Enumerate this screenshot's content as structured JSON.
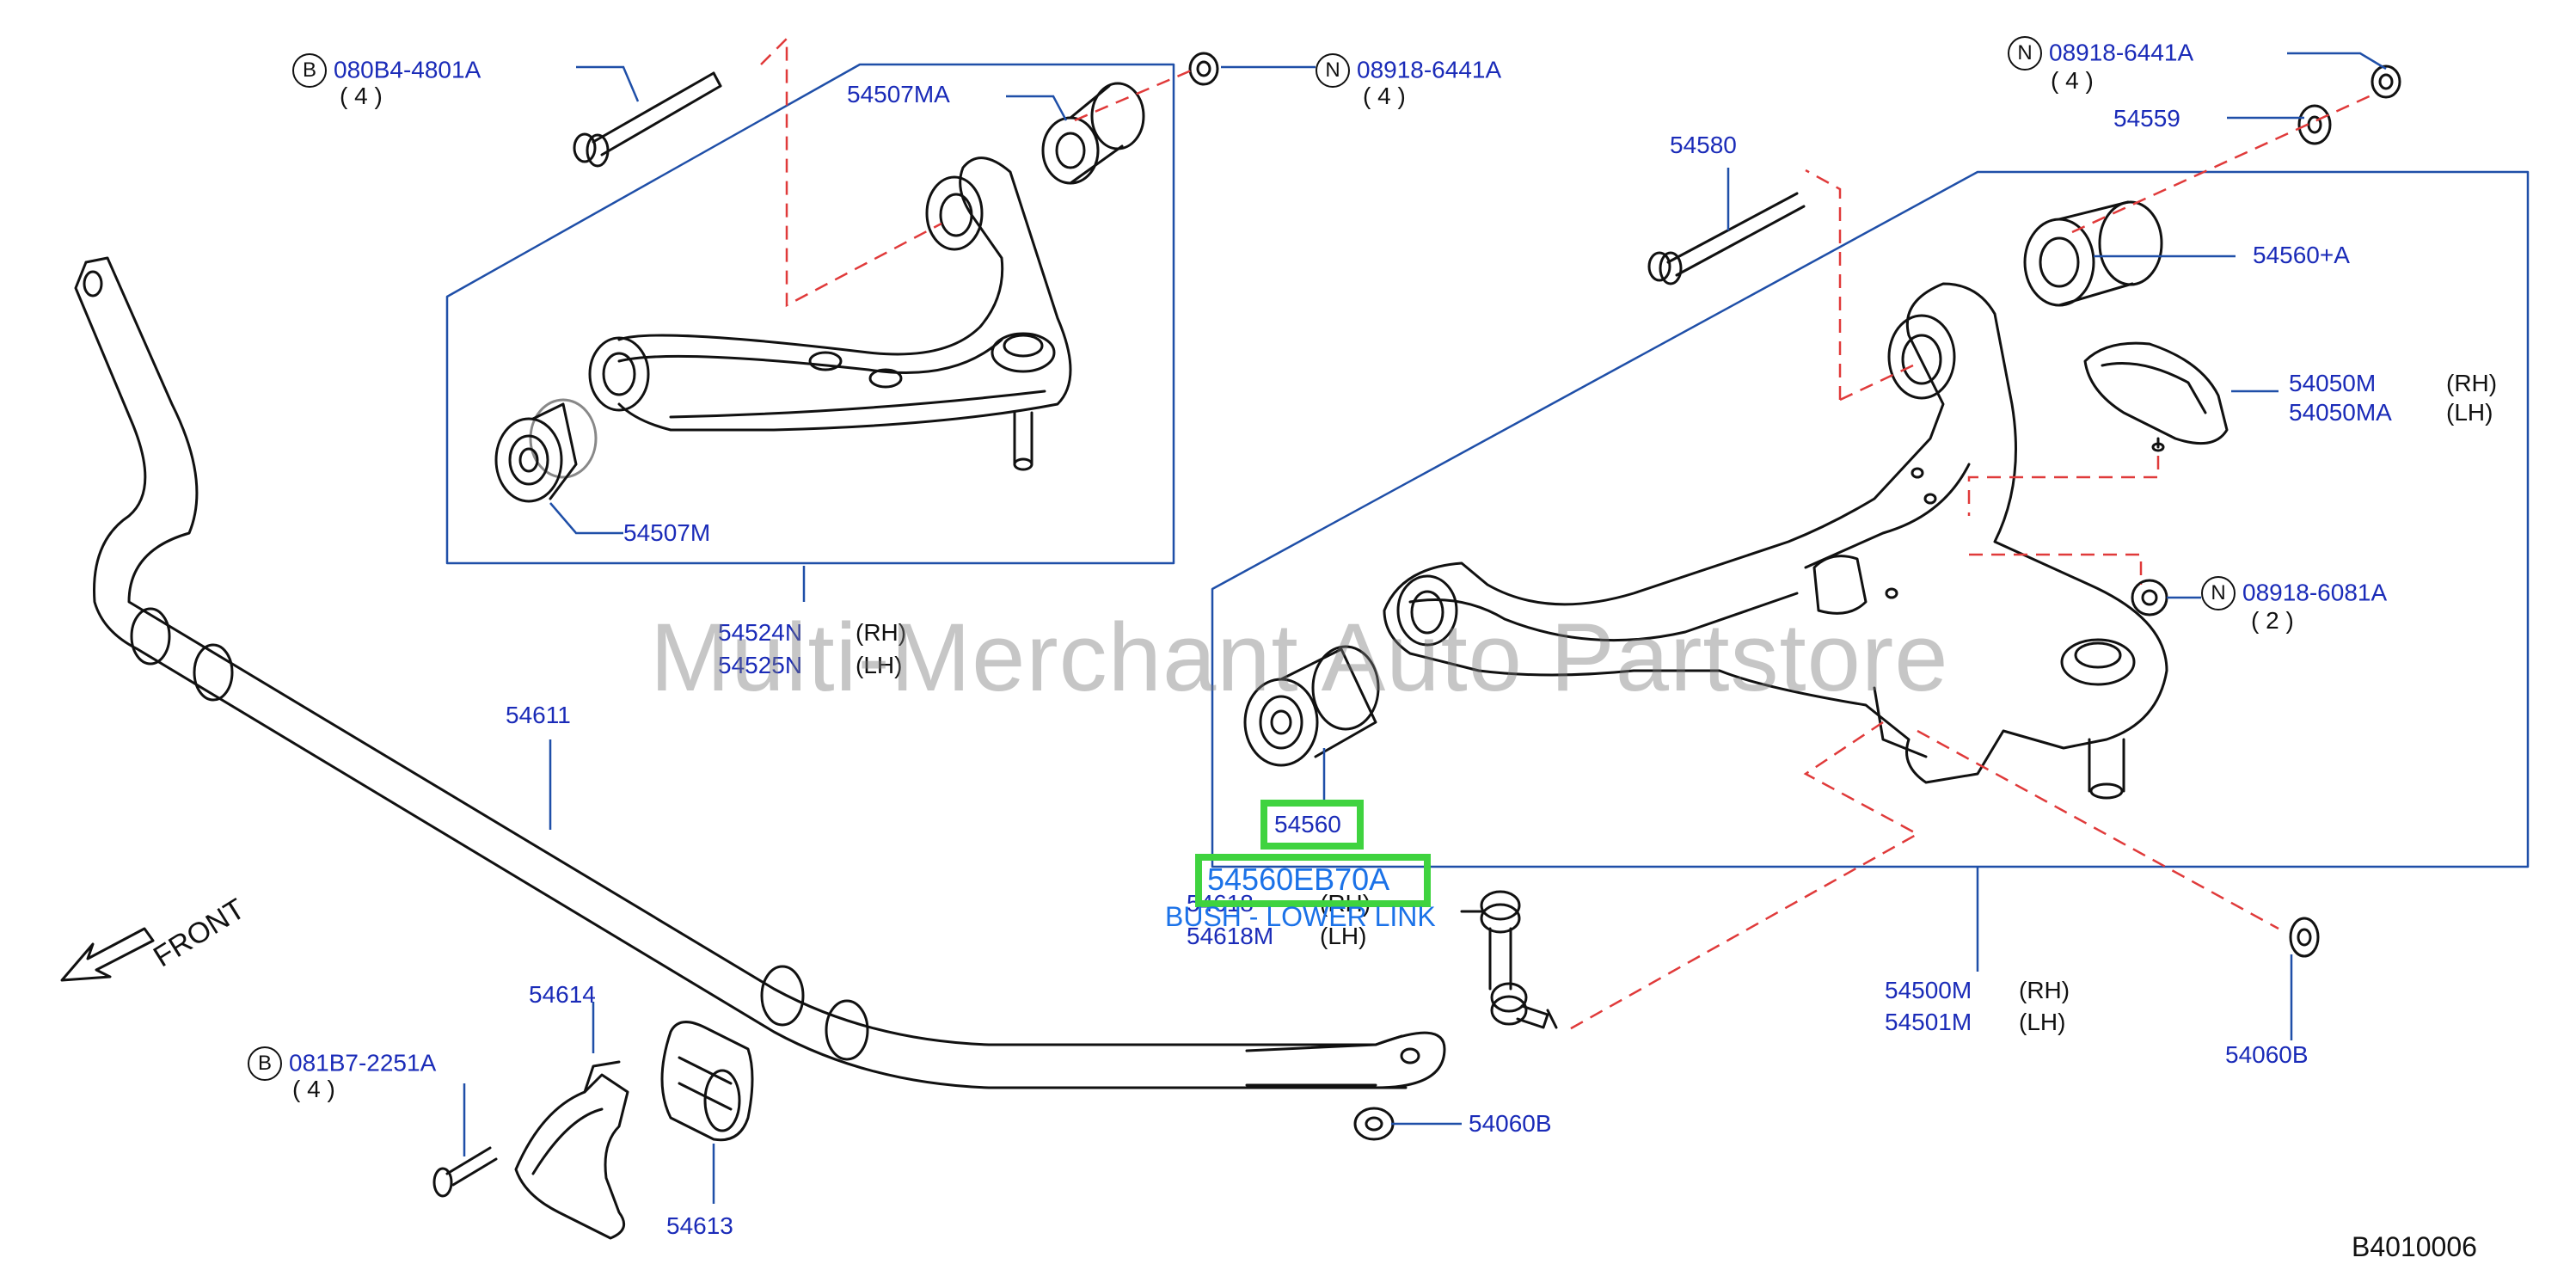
{
  "diagram": {
    "id_code": "B4010006",
    "watermark": "Multi-Merchant Auto Partstore",
    "front_label": "FRONT",
    "highlight": {
      "part_number": "54560EB70A",
      "description": "BUSH - LOWER LINK"
    },
    "callouts": {
      "bolt_upper": {
        "symbol": "B",
        "part": "080B4-4801A",
        "qty": "( 4 )"
      },
      "nut_upper": {
        "symbol": "N",
        "part": "08918-6441A",
        "qty": "( 4 )"
      },
      "nut_lower_top": {
        "symbol": "N",
        "part": "08918-6441A",
        "qty": "( 4 )"
      },
      "nut_lower_mid": {
        "symbol": "N",
        "part": "08918-6081A",
        "qty": "( 2 )"
      },
      "bolt_stab": {
        "symbol": "B",
        "part": "081B7-2251A",
        "qty": "( 4 )"
      }
    },
    "labels": {
      "p54507MA": "54507MA",
      "p54507M": "54507M",
      "p54524N": "54524N",
      "p54525N": "54525N",
      "p54611": "54611",
      "p54580": "54580",
      "p54559": "54559",
      "p54560A": "54560+A",
      "p54050M": "54050M",
      "p54050MA": "54050MA",
      "p54560": "54560",
      "p54618": "54618",
      "p54618M": "54618M",
      "p54500M": "54500M",
      "p54501M": "54501M",
      "p54060B_a": "54060B",
      "p54060B_b": "54060B",
      "p54614": "54614",
      "p54613": "54613"
    },
    "sides": {
      "rh": "(RH)",
      "lh": "(LH)"
    },
    "colors": {
      "part_number": "#1a2bb8",
      "highlight_box": "#3fd33f",
      "highlight_text": "#1b72e8",
      "leader": "#1f4fa8",
      "hidden_line": "#e03a3a"
    }
  }
}
